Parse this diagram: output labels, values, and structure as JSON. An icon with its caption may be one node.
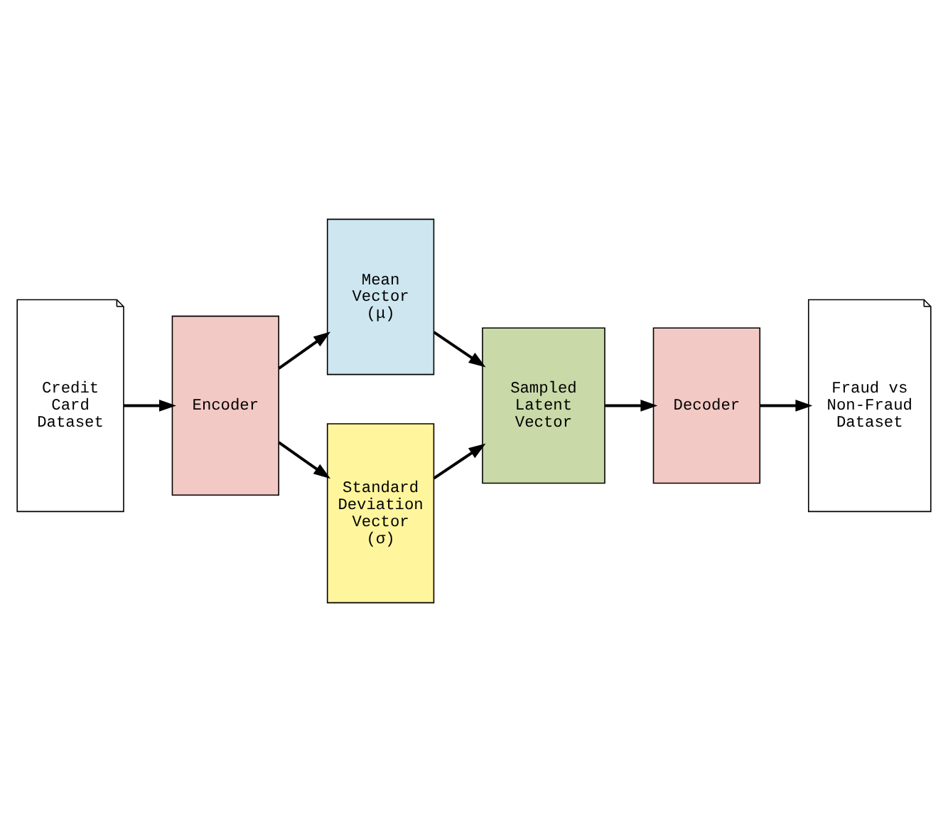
{
  "diagram": {
    "nodes": [
      {
        "text": [
          "Credit Card Dataset"
        ]
      },
      {
        "text": [
          "Encoder"
        ]
      },
      {
        "text": [
          "Mean Vector",
          "(μ)"
        ]
      },
      {
        "text": [
          "Standard Deviation Vector",
          "(σ)"
        ]
      },
      {
        "text": [
          "Sampled Latent Vector"
        ]
      },
      {
        "text": [
          "Decoder"
        ]
      },
      {
        "text": [
          "Fraud vs Non-Fraud Dataset"
        ]
      }
    ],
    "edges": [
      {
        "from": 0,
        "to": 1,
        "arrow": "to"
      },
      {
        "from": 1,
        "to": 2,
        "arrow": "to"
      },
      {
        "from": 1,
        "to": 3,
        "arrow": "to"
      },
      {
        "from": 2,
        "to": 4,
        "arrow": "to"
      },
      {
        "from": 3,
        "to": 4,
        "arrow": "to"
      },
      {
        "from": 4,
        "to": 5,
        "arrow": "to"
      },
      {
        "from": 5,
        "to": 6,
        "arrow": "to"
      }
    ]
  }
}
